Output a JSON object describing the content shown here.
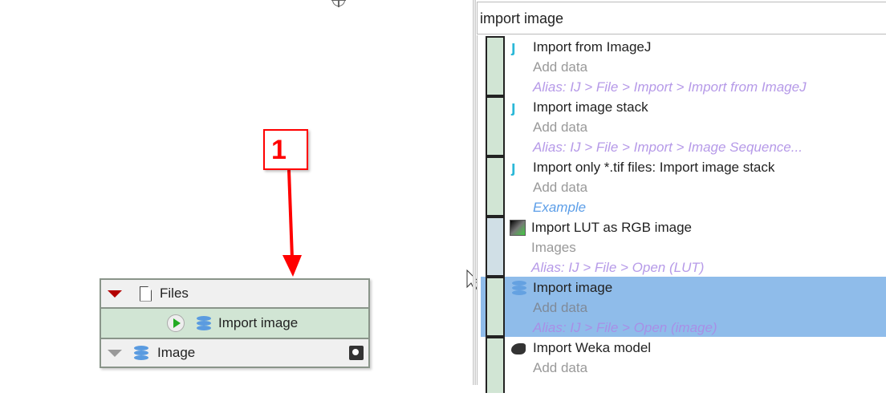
{
  "annotation": {
    "label": "1"
  },
  "node": {
    "header": "Files",
    "step": "Import image",
    "output": "Image"
  },
  "search": {
    "value": "import image"
  },
  "results": [
    {
      "title": "Import from ImageJ",
      "category": "Add data",
      "alias": "Alias: IJ > File > Import > Import from ImageJ",
      "icon": "imagej-icon",
      "color": "#d1e5d4"
    },
    {
      "title": "Import image stack",
      "category": "Add data",
      "alias": "Alias: IJ > File > Import > Image Sequence...",
      "icon": "imagej-icon",
      "color": "#d1e5d4"
    },
    {
      "title": "Import only *.tif files: Import image stack",
      "category": "Add data",
      "alias": "Example",
      "icon": "imagej-icon",
      "color": "#d1e5d4"
    },
    {
      "title": "Import LUT as RGB image",
      "category": "Images",
      "alias": "Alias: IJ > File > Open (LUT)",
      "icon": "lut-icon",
      "color": "#d0dfe6"
    },
    {
      "title": "Import image",
      "category": "Add data",
      "alias": "Alias: IJ > File > Open (image)",
      "icon": "layers-icon",
      "color": "#d1e5d4",
      "selected": true
    },
    {
      "title": "Import Weka model",
      "category": "Add data",
      "alias": "",
      "icon": "weka-bird-icon",
      "color": "#d1e5d4"
    }
  ],
  "colors": {
    "selection": "#8fbcea",
    "annotation": "#ff0000",
    "node_step": "#d1e5d4"
  }
}
